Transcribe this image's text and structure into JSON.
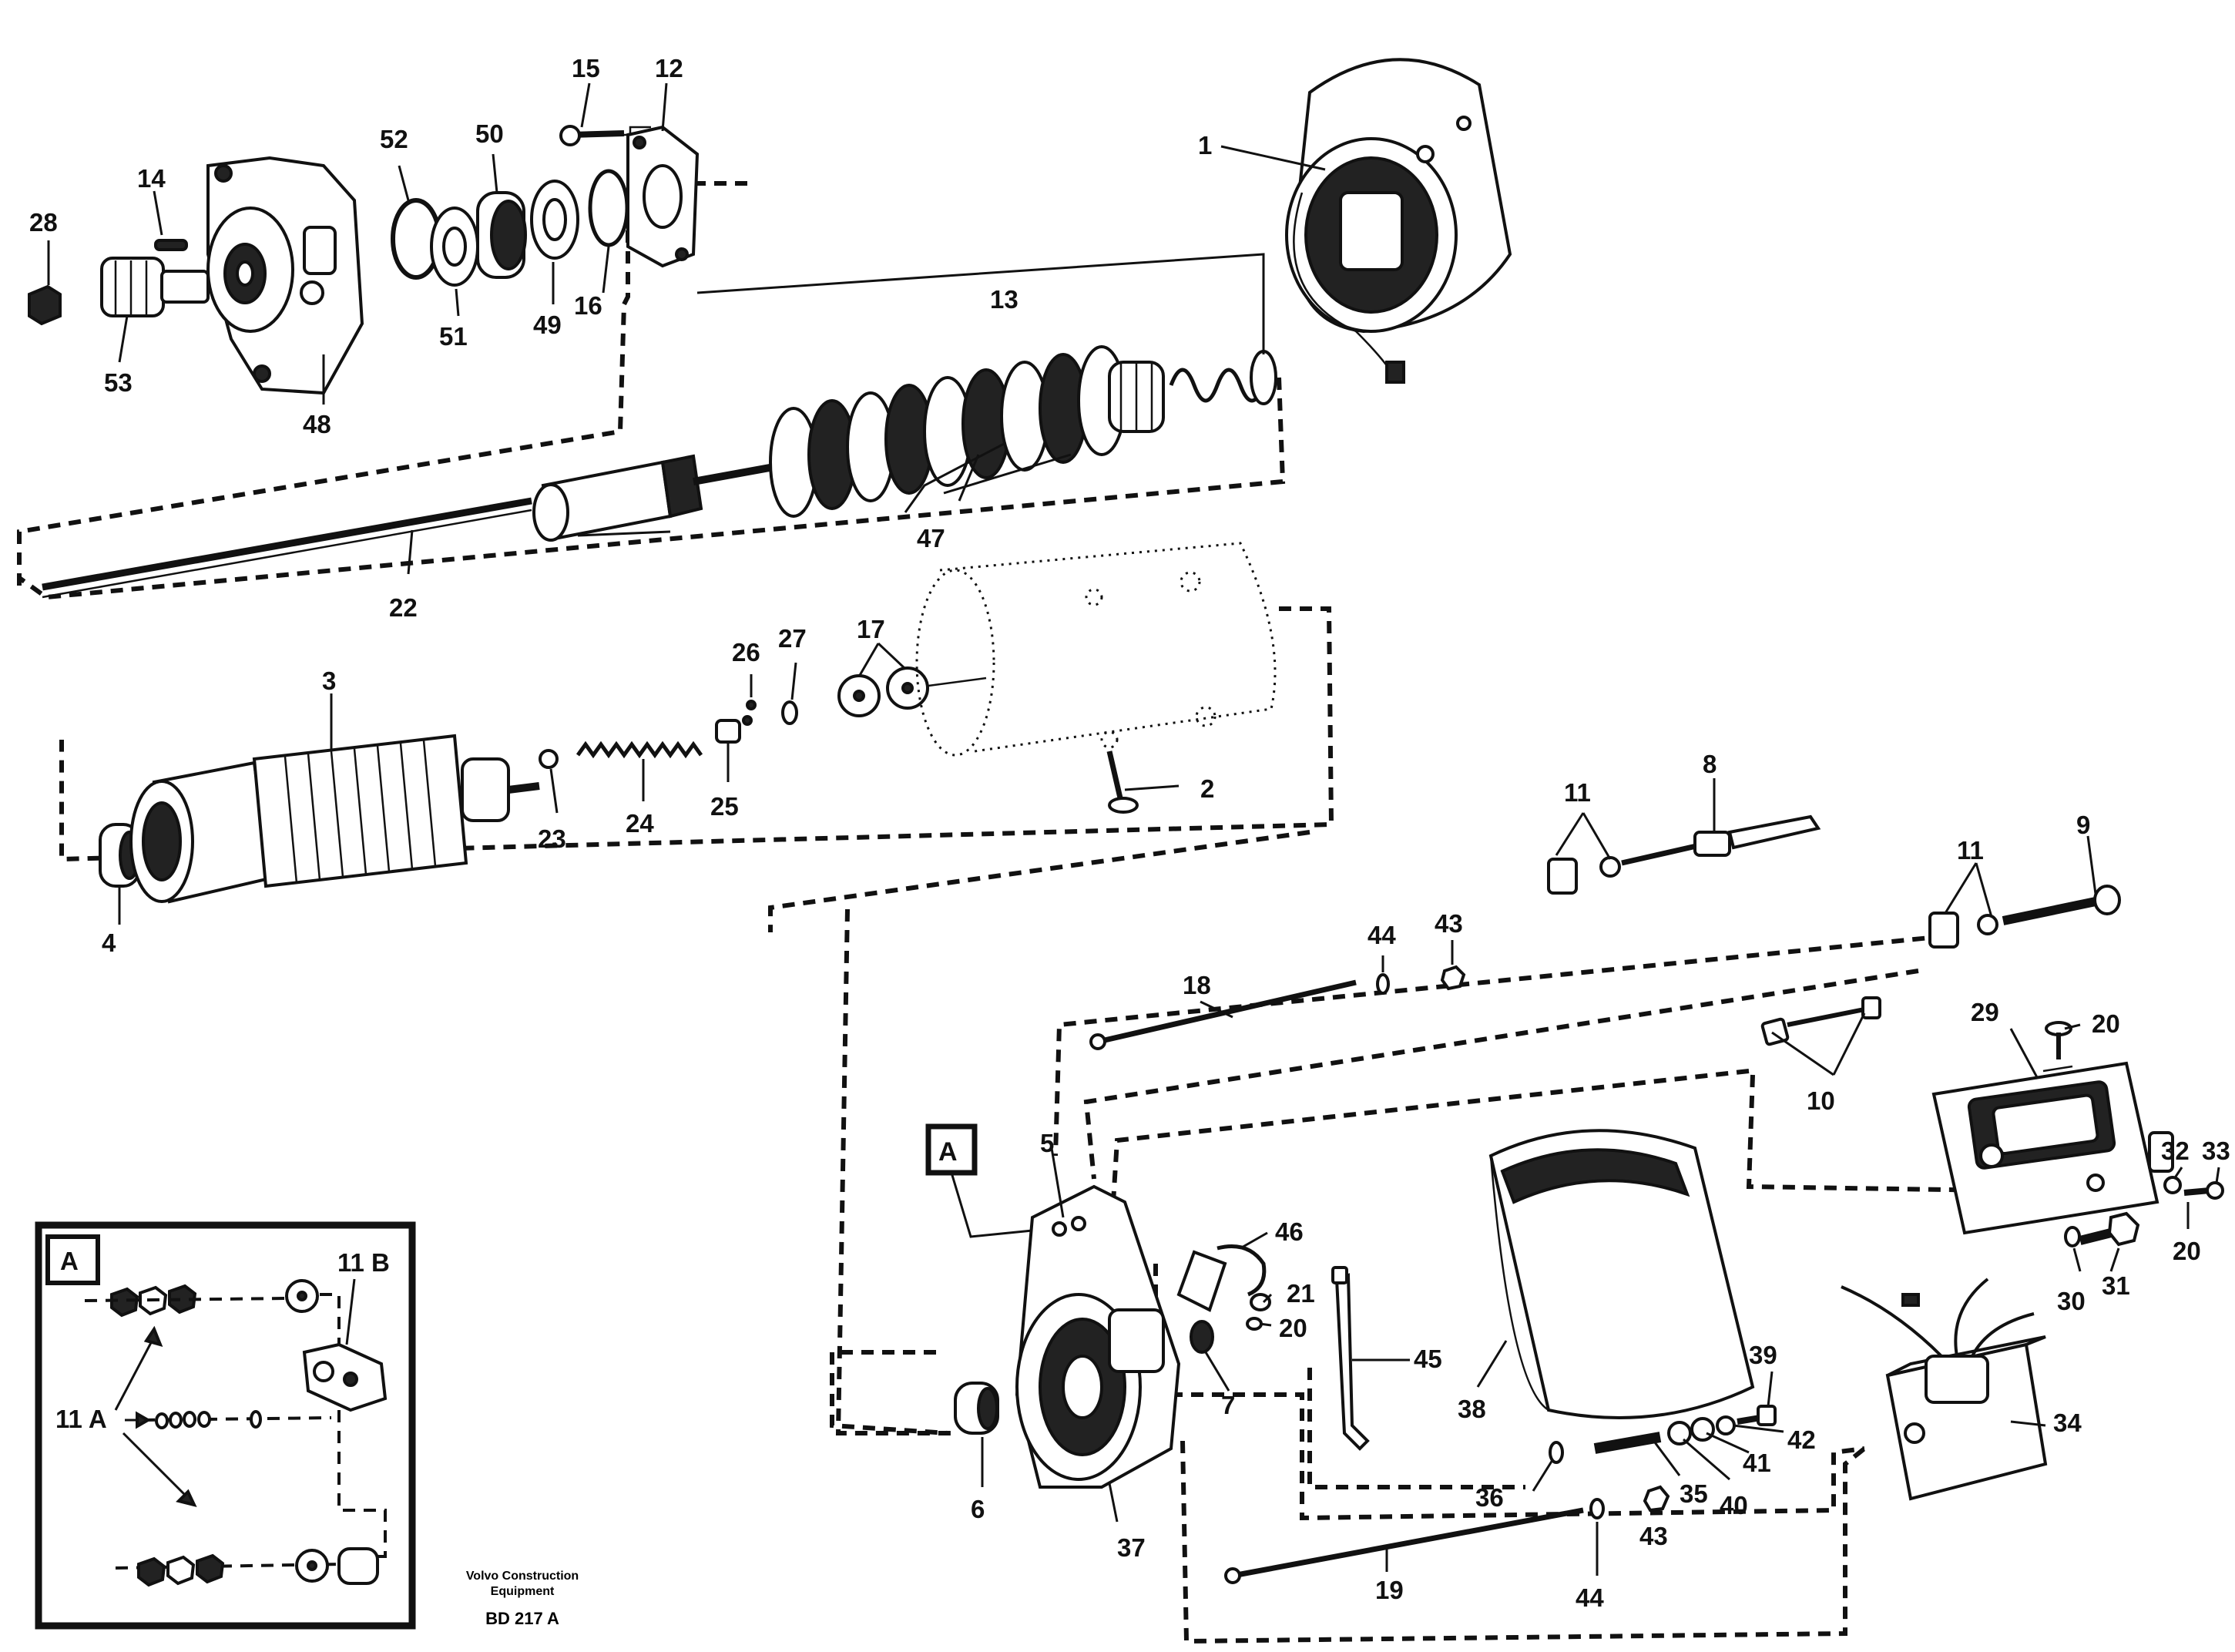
{
  "labels": {
    "l1": "1",
    "l2": "2",
    "l3": "3",
    "l4": "4",
    "l5": "5",
    "l6": "6",
    "l7": "7",
    "l8": "8",
    "l9": "9",
    "l10": "10",
    "l11a": "11",
    "l11b": "11",
    "l12": "12",
    "l13": "13",
    "l14": "14",
    "l15": "15",
    "l16": "16",
    "l17": "17",
    "l18": "18",
    "l19": "19",
    "l20a": "20",
    "l20b": "20",
    "l20c": "20",
    "l21": "21",
    "l22": "22",
    "l23": "23",
    "l24": "24",
    "l25": "25",
    "l26": "26",
    "l27": "27",
    "l28": "28",
    "l29": "29",
    "l30": "30",
    "l31": "31",
    "l32": "32",
    "l33": "33",
    "l34": "34",
    "l35": "35",
    "l36": "36",
    "l37": "37",
    "l38": "38",
    "l39": "39",
    "l40": "40",
    "l41": "41",
    "l42": "42",
    "l43a": "43",
    "l43b": "43",
    "l44a": "44",
    "l44b": "44",
    "l45": "45",
    "l46": "46",
    "l47": "47",
    "l48": "48",
    "l49": "49",
    "l50": "50",
    "l51": "51",
    "l52": "52",
    "l53": "53"
  },
  "callout": "A",
  "inset": {
    "title": "A",
    "label_11b": "11 B",
    "label_11a": "11 A"
  },
  "footer": {
    "company_line1": "Volvo Construction",
    "company_line2": "Equipment",
    "code": "BD 217 A"
  }
}
